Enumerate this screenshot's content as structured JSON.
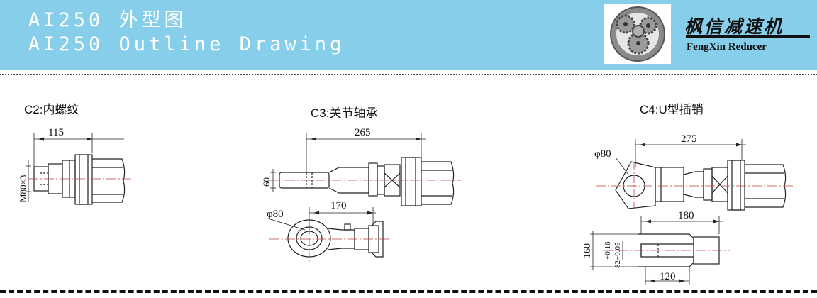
{
  "header": {
    "title_cn": "AI250  外型图",
    "title_en": "AI250  Outline Drawing",
    "brand_cn": "枫信减速机",
    "brand_en": "FengXin Reducer",
    "logo_icon": "gears-logo-icon",
    "background_color": "#87ceea"
  },
  "sections": {
    "c2": {
      "label": "C2:内螺纹",
      "dims": {
        "length": "115",
        "thread": "M80×3"
      }
    },
    "c3": {
      "label": "C3:关节轴承",
      "dims": {
        "length": "265",
        "height": "60",
        "diameter": "φ80",
        "eye_length": "170"
      }
    },
    "c4": {
      "label": "C4:U型插销",
      "dims": {
        "diameter": "φ80",
        "length": "275",
        "fork_length": "180",
        "height": "160",
        "tol_upper": "+0.16",
        "tol_lower": "82+0.05",
        "fork_depth": "120"
      }
    }
  }
}
